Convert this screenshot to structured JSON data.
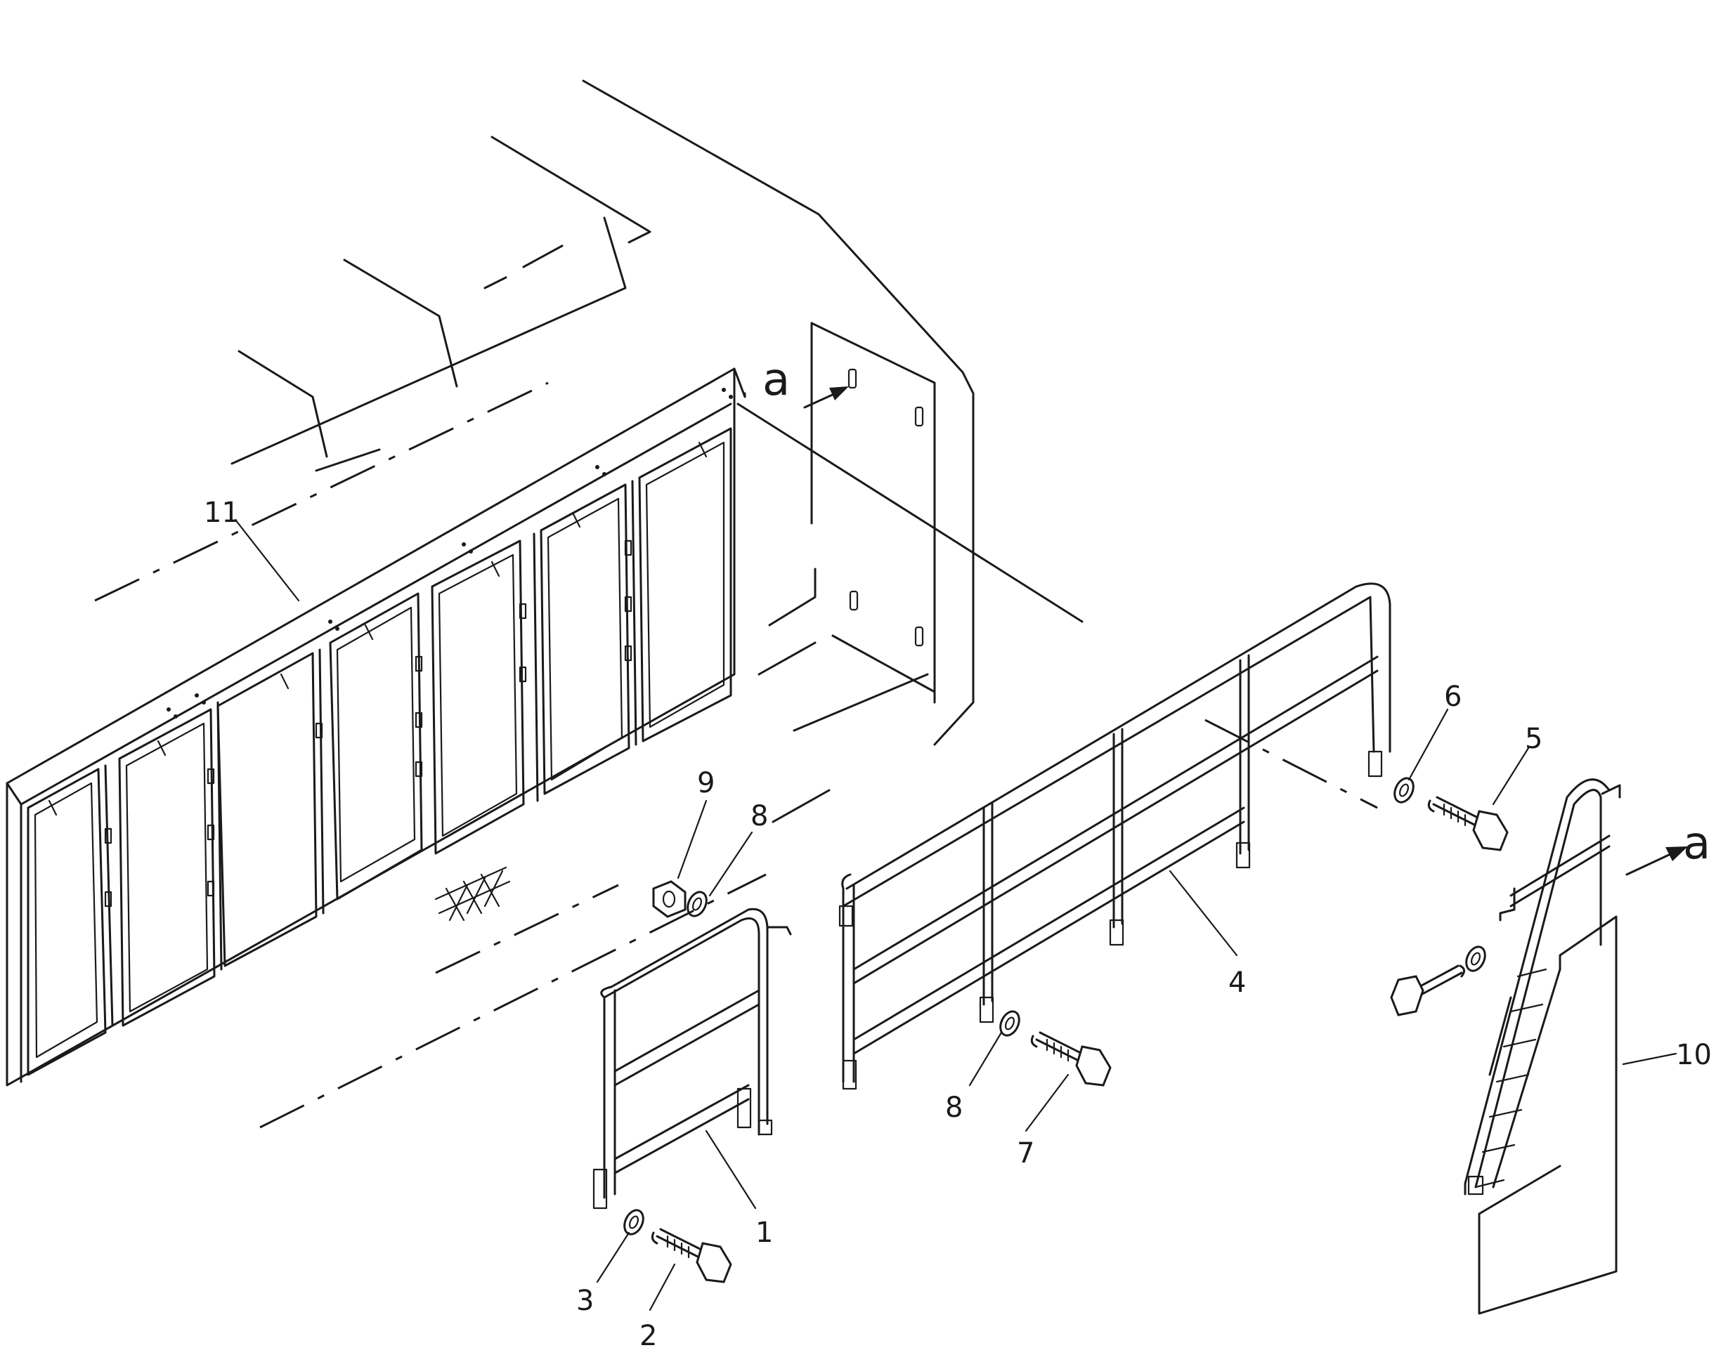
{
  "callouts": {
    "c1": "1",
    "c2": "2",
    "c3": "3",
    "c4": "4",
    "c5": "5",
    "c6": "6",
    "c7": "7",
    "c8a": "8",
    "c8b": "8",
    "c9": "9",
    "c10": "10",
    "c11": "11"
  },
  "view_markers": {
    "top": "a",
    "right": "a"
  },
  "colors": {
    "ink": "#1a1a1a",
    "paper": "#ffffff"
  }
}
